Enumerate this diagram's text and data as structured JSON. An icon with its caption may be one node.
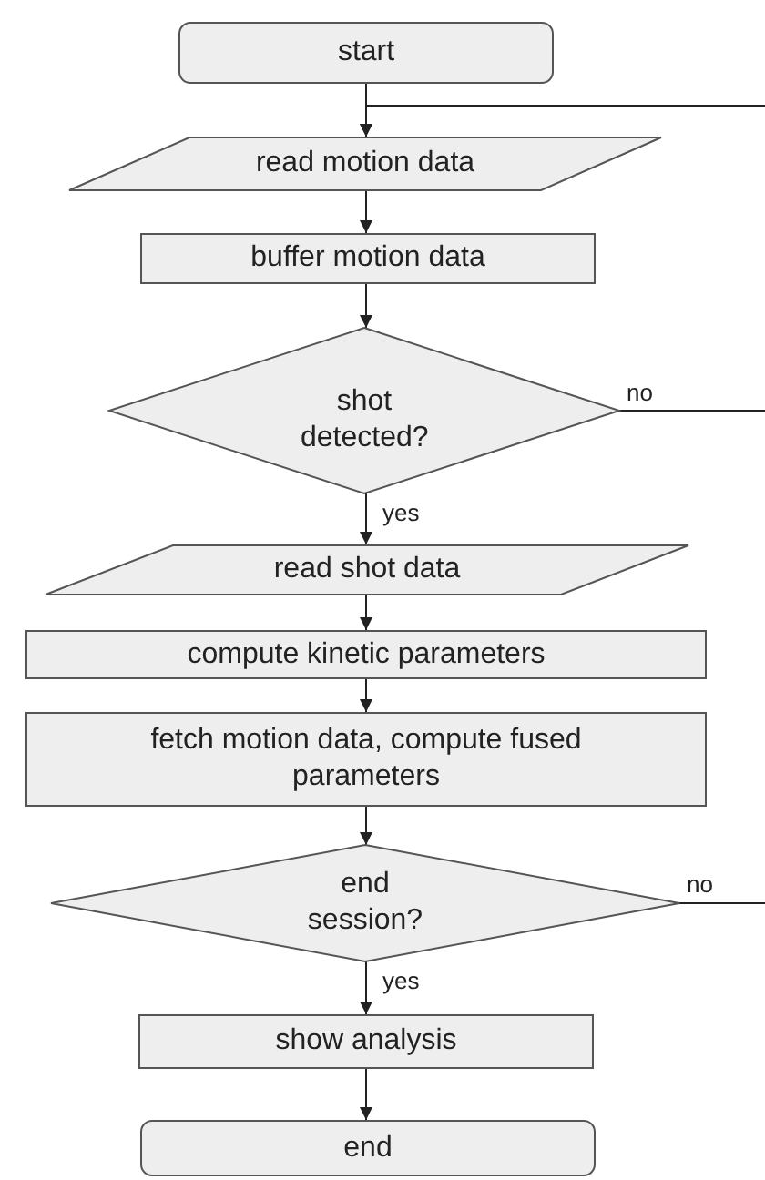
{
  "diagram": {
    "nodes": [
      {
        "text": [
          "start"
        ]
      },
      {
        "text": [
          "read motion data"
        ]
      },
      {
        "text": [
          "buffer motion data"
        ]
      },
      {
        "text": [
          "shot detected?"
        ]
      },
      {
        "text": [
          "read shot data"
        ]
      },
      {
        "text": [
          "compute kinetic parameters"
        ]
      },
      {
        "text": [
          "fetch motion data, compute fused parameters"
        ]
      },
      {
        "text": [
          "end session?"
        ]
      },
      {
        "text": [
          "show analysis"
        ]
      },
      {
        "text": [
          "end"
        ]
      }
    ],
    "edges": [
      {
        "from": 0,
        "to": 1,
        "arrow": "to"
      },
      {
        "from": null,
        "to": 1,
        "arrow": "to"
      },
      {
        "from": 1,
        "to": 2,
        "arrow": "to"
      },
      {
        "from": 2,
        "to": 3,
        "arrow": "to"
      },
      {
        "from": 3,
        "to": null,
        "label": "no",
        "arrow": "none"
      },
      {
        "from": 3,
        "to": 4,
        "label": "yes",
        "arrow": "to"
      },
      {
        "from": 4,
        "to": 5,
        "arrow": "to"
      },
      {
        "from": 5,
        "to": 6,
        "arrow": "to"
      },
      {
        "from": 6,
        "to": 7,
        "arrow": "to"
      },
      {
        "from": 7,
        "to": null,
        "label": "no",
        "arrow": "none"
      },
      {
        "from": 7,
        "to": 8,
        "label": "yes",
        "arrow": "to"
      },
      {
        "from": 8,
        "to": 9,
        "arrow": "to"
      }
    ]
  }
}
